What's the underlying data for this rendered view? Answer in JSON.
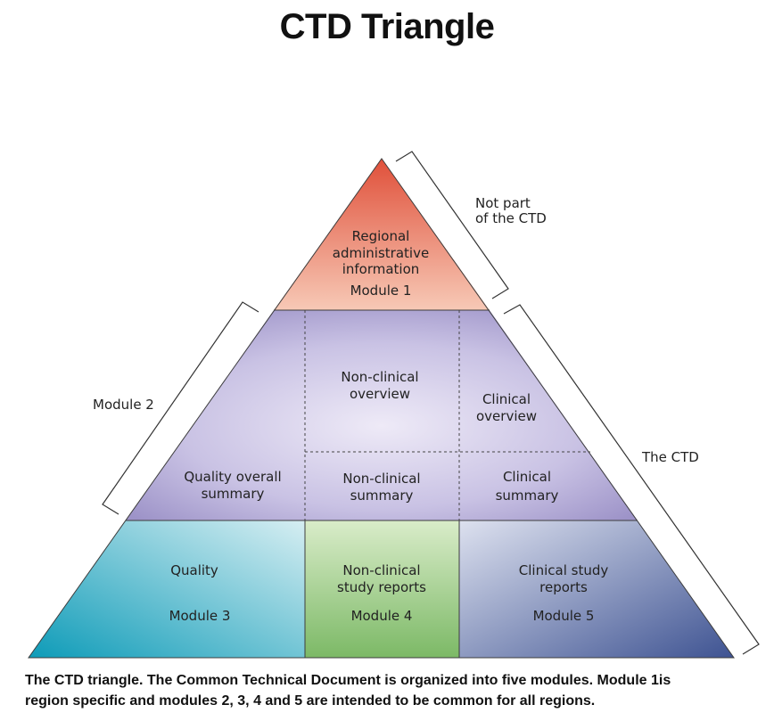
{
  "title": "CTD Triangle",
  "top": {
    "line1": "Regional",
    "line2": "administrative",
    "line3": "information",
    "module": "Module 1"
  },
  "middle": {
    "quality_overall_1": "Quality overall",
    "quality_overall_2": "summary",
    "nonclinical_overview_1": "Non-clinical",
    "nonclinical_overview_2": "overview",
    "clinical_overview_1": "Clinical",
    "clinical_overview_2": "overview",
    "nonclinical_summary_1": "Non-clinical",
    "nonclinical_summary_2": "summary",
    "clinical_summary_1": "Clinical",
    "clinical_summary_2": "summary"
  },
  "bottom": {
    "quality": "Quality",
    "quality_module": "Module 3",
    "nonclinical_reports_1": "Non-clinical",
    "nonclinical_reports_2": "study reports",
    "nonclinical_module": "Module 4",
    "clinical_reports_1": "Clinical study",
    "clinical_reports_2": "reports",
    "clinical_module": "Module 5"
  },
  "brackets": {
    "not_part_1": "Not part",
    "not_part_2": "of the CTD",
    "module2": "Module 2",
    "the_ctd": "The CTD"
  },
  "caption": {
    "line1": "The CTD triangle. The Common Technical Document is organized into five modules. Module 1is",
    "line2": "region specific and modules 2, 3, 4 and 5 are intended to be common for all regions."
  },
  "colors": {
    "module1_top": "#e0503a",
    "module1_bottom": "#f6c2ae",
    "module2": "#b2a9d6",
    "module3": "#3aa9c2",
    "module4": "#8dc27a",
    "module5": "#4f63a0"
  }
}
